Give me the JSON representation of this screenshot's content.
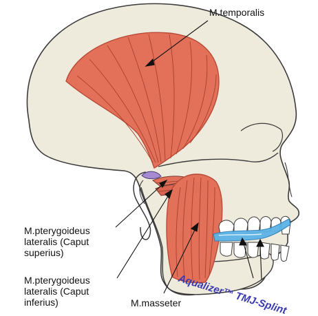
{
  "labels": {
    "temporalis": "M.temporalis",
    "pterygoid_sup": [
      "M.pterygoideus",
      "lateralis (Caput",
      "superius)"
    ],
    "pterygoid_inf": [
      "M.pterygoideus",
      "lateralis (Caput",
      "inferius)"
    ],
    "masseter": "M.masseter"
  },
  "brand": "Aqualizer™ TMJ-Splint",
  "colors": {
    "bone": "#eeeadc",
    "bone_outline": "#3a3a3a",
    "muscle": "#e3715a",
    "muscle_dark": "#b94a36",
    "splint": "#5bb3e6",
    "brand": "#3a3ab0",
    "disc": "#a78bd0"
  }
}
